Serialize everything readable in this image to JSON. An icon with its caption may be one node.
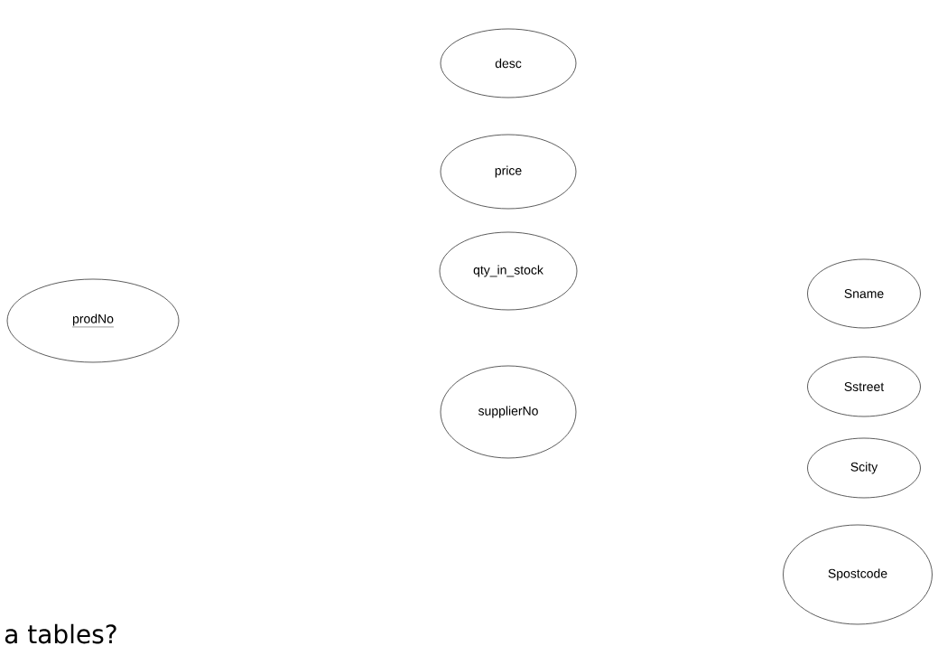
{
  "diagram": {
    "nodes": [
      {
        "text": [
          "prodNo"
        ]
      },
      {
        "text": [
          "desc"
        ]
      },
      {
        "text": [
          "price"
        ]
      },
      {
        "text": [
          "qty_in_stock"
        ]
      },
      {
        "text": [
          "supplierNo"
        ]
      },
      {
        "text": [
          "Sname"
        ]
      },
      {
        "text": [
          "Sstreet"
        ]
      },
      {
        "text": [
          "Scity"
        ]
      },
      {
        "text": [
          "Spostcode"
        ]
      }
    ],
    "labels": [
      "a tables?"
    ]
  }
}
